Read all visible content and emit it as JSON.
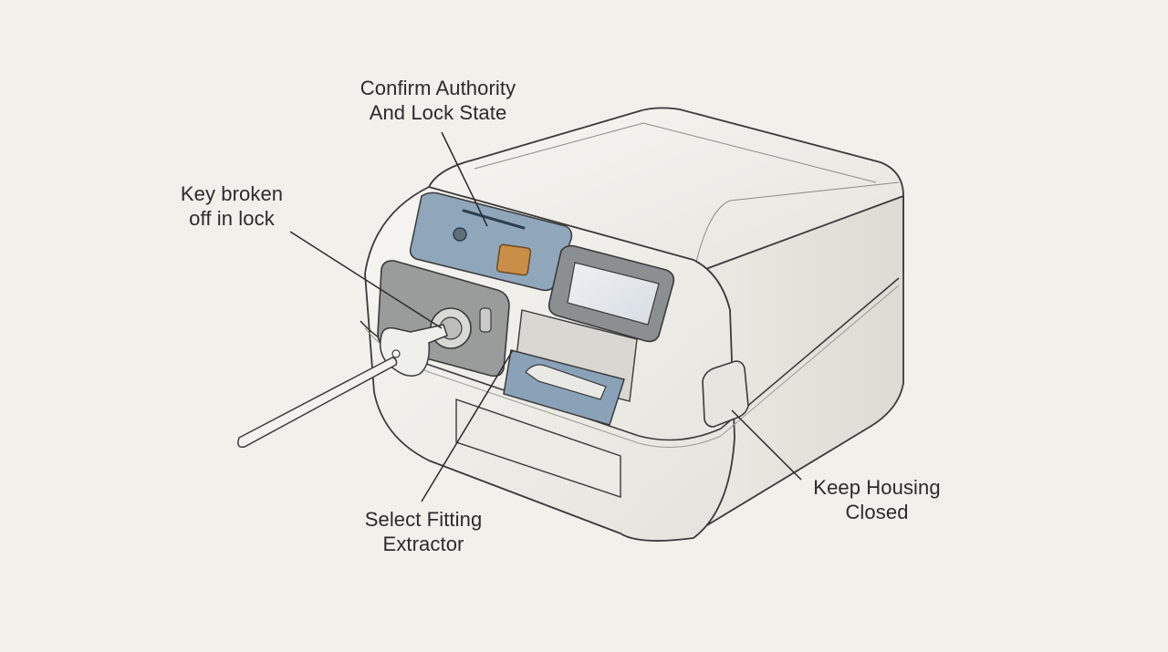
{
  "annotations": {
    "confirm_authority": {
      "line1": "Confirm Authority",
      "line2": "And Lock State"
    },
    "key_broken": {
      "line1": "Key broken",
      "line2": "off in lock"
    },
    "select_extractor": {
      "line1": "Select Fitting",
      "line2": "Extractor"
    },
    "keep_housing": {
      "line1": "Keep Housing",
      "line2": "Closed"
    }
  },
  "colors": {
    "background": "#f1f0eb",
    "stroke": "#3a3a3a",
    "control_panel": "#8fa6bb",
    "button_orange": "#c98e48",
    "screen": "#e6eaee",
    "tray": "#8aa2b8"
  }
}
